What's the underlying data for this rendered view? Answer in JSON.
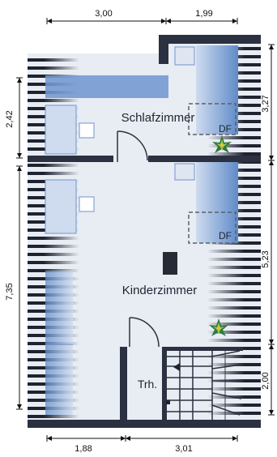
{
  "rooms": {
    "bedroom": "Schlafzimmer",
    "kids_room": "Kinderzimmer",
    "stairwell": "Trh."
  },
  "skylights": [
    "DF",
    "DF"
  ],
  "dimensions": {
    "top_left": "3,00",
    "top_right": "1,99",
    "bottom_left": "1,88",
    "bottom_right": "3,01",
    "left_upper": "2,42",
    "left_lower": "7,35",
    "right_upper": "3,27",
    "right_middle": "5,23",
    "right_lower": "2,00"
  },
  "colors": {
    "wall": "#2b3140",
    "floor": "#e8ecf3",
    "furniture": "#6f95cf",
    "roof_slat": "#1e2330"
  },
  "icons": [
    "plant-icon",
    "plant-icon"
  ]
}
